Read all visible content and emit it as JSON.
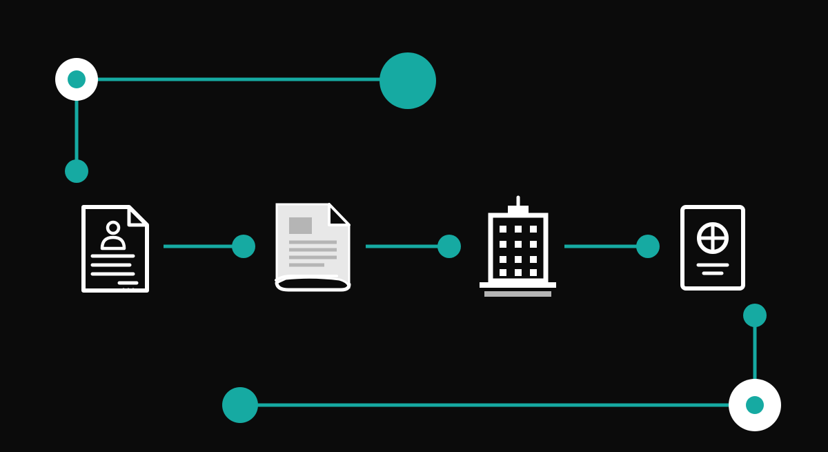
{
  "diagram": {
    "type": "process-flow",
    "colors": {
      "background": "#0b0b0b",
      "accent": "#16aaa2",
      "icon": "#ffffff",
      "icon_fill_light": "#e8e8e8",
      "icon_fill_mid": "#b5b5b5"
    },
    "steps": [
      {
        "id": "resume",
        "icon": "resume-document-icon"
      },
      {
        "id": "paper",
        "icon": "paper-document-icon"
      },
      {
        "id": "office",
        "icon": "office-building-icon"
      },
      {
        "id": "passport",
        "icon": "passport-icon"
      }
    ],
    "connections": [
      {
        "from": "start-node",
        "to": "resume"
      },
      {
        "from": "resume",
        "to": "paper"
      },
      {
        "from": "paper",
        "to": "office"
      },
      {
        "from": "office",
        "to": "passport"
      },
      {
        "from": "passport",
        "to": "end-node"
      }
    ]
  }
}
